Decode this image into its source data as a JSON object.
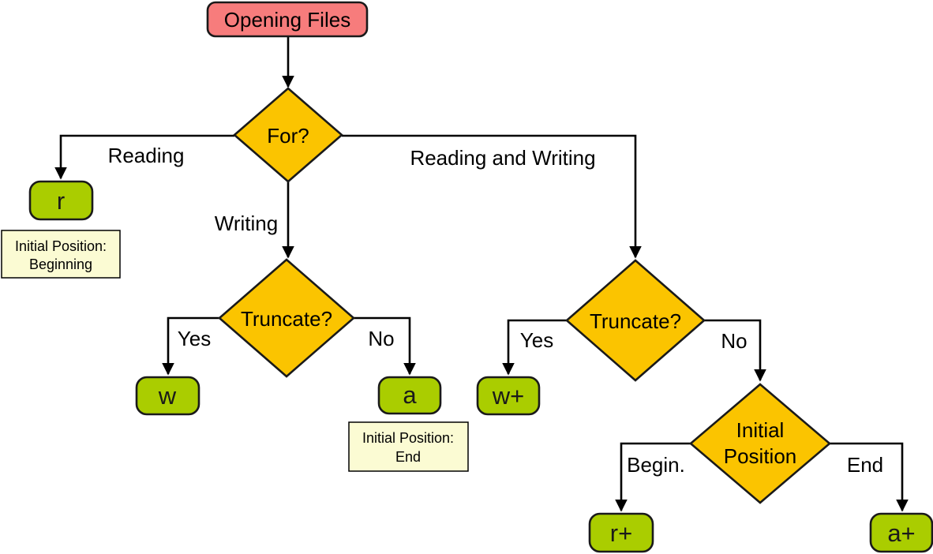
{
  "diagram": {
    "title": "Opening Files",
    "colors": {
      "start_fill": "#F77C7C",
      "decision_fill": "#FBC400",
      "mode_fill": "#AACD00",
      "note_fill": "#FBFBD3",
      "line": "#000000"
    },
    "nodes": {
      "start": {
        "label": "Opening Files"
      },
      "for_decision": {
        "label": "For?"
      },
      "truncate_left": {
        "label": "Truncate?"
      },
      "truncate_right": {
        "label": "Truncate?"
      },
      "initial_position_decision": {
        "line1": "Initial",
        "line2": "Position"
      },
      "mode_r": {
        "label": "r"
      },
      "mode_w": {
        "label": "w"
      },
      "mode_a": {
        "label": "a"
      },
      "mode_w_plus": {
        "label": "w+"
      },
      "mode_r_plus": {
        "label": "r+"
      },
      "mode_a_plus": {
        "label": "a+"
      }
    },
    "edge_labels": {
      "reading": "Reading",
      "writing": "Writing",
      "reading_and_writing": "Reading and Writing",
      "truncate_left_yes": "Yes",
      "truncate_left_no": "No",
      "truncate_right_yes": "Yes",
      "truncate_right_no": "No",
      "begin": "Begin.",
      "end": "End"
    },
    "notes": {
      "beginning": {
        "line1": "Initial Position:",
        "line2": "Beginning"
      },
      "end": {
        "line1": "Initial Position:",
        "line2": "End"
      }
    }
  }
}
